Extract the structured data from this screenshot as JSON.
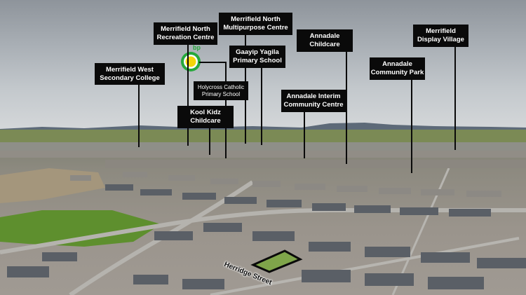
{
  "callouts": [
    {
      "id": "merrifield-west",
      "lines": [
        "Merrifield West",
        "Secondary College"
      ]
    },
    {
      "id": "merrifield-north-rec",
      "lines": [
        "Merrifield North",
        "Recreation Centre"
      ]
    },
    {
      "id": "merrifield-north-multi",
      "lines": [
        "Merrifield North",
        "Multipurpose Centre"
      ]
    },
    {
      "id": "gaayip-yagila",
      "lines": [
        "Gaayip Yagila",
        "Primary School"
      ]
    },
    {
      "id": "holycross",
      "lines": [
        "Holycross Catholic",
        "Primary School"
      ]
    },
    {
      "id": "kool-kidz",
      "lines": [
        "Kool Kidz",
        "Childcare"
      ]
    },
    {
      "id": "annadale-childcare",
      "lines": [
        "Annadale",
        "Childcare"
      ]
    },
    {
      "id": "annadale-interim",
      "lines": [
        "Annadale Interim",
        "Community Centre"
      ]
    },
    {
      "id": "annadale-park",
      "lines": [
        "Annadale",
        "Community Park"
      ]
    },
    {
      "id": "merrifield-display",
      "lines": [
        "Merrifield",
        "Display Village"
      ]
    }
  ],
  "street_label": "Herridge Street",
  "fuel_brand": "bp",
  "colors": {
    "label_bg": "#0a0a0a",
    "label_text": "#ffffff",
    "bp_green": "#26a83b",
    "bp_yellow": "#f5d50a",
    "site_outline": "#0a0a0a"
  }
}
